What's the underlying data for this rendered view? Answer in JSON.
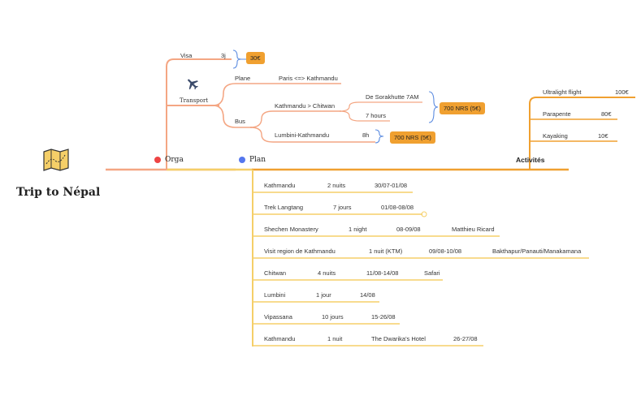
{
  "root": {
    "title": "Trip to Népal",
    "icon": "map-icon"
  },
  "branches": {
    "orga": "Orga",
    "plan": "Plan",
    "activites": "Activités"
  },
  "colors": {
    "orga": "#f4a683",
    "plan": "#f5cf68",
    "activites": "#f0a030",
    "badge": "#f0a030",
    "orga_dot": "#ee4444",
    "plan_dot": "#5577ee"
  },
  "orga": {
    "visa": {
      "label": "Visa",
      "duration": "3j",
      "cost": "30€"
    },
    "transport": {
      "label": "Transport",
      "icon": "airplane-icon"
    },
    "plane": {
      "label": "Plane",
      "route": "Paris <=> Kathmandu"
    },
    "bus": {
      "label": "Bus",
      "route1": "Kathmandu > Chitwan",
      "stop1": "De Sorakhutte 7AM",
      "time1": "7 hours",
      "cost1": "700 NRS (5€)",
      "route2": "Lumbini-Kathmandu",
      "time2": "8h",
      "cost2": "700 NRS (5€)"
    }
  },
  "activites": [
    {
      "name": "Ultralight flight",
      "price": "100€"
    },
    {
      "name": "Parapente",
      "price": "80€"
    },
    {
      "name": "Kayaking",
      "price": "10€"
    }
  ],
  "plan": [
    [
      "Kathmandu",
      "2 nuits",
      "30/07-01/08"
    ],
    [
      "Trek Langtang",
      "7 jours",
      "01/08-08/08"
    ],
    [
      "Shechen Monastery",
      "1 night",
      "08-09/08",
      "Matthieu Ricard"
    ],
    [
      "Visit region de Kathmandu",
      "1 nuit (KTM)",
      "09/08-10/08",
      "Bakthapur/Panauti/Manakamana"
    ],
    [
      "Chitwan",
      "4 nuits",
      "11/08-14/08",
      "Safari"
    ],
    [
      "Lumbini",
      "1 jour",
      "14/08"
    ],
    [
      "Vipassana",
      "10 jours",
      "15-26/08"
    ],
    [
      "Kathmandu",
      "1 nuit",
      "The Dwarika's Hotel",
      "26-27/08"
    ]
  ]
}
